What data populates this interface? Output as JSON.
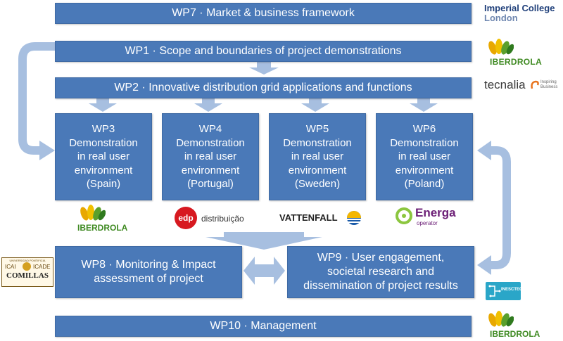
{
  "wp7": "WP7 · Market & business framework",
  "wp1": "WP1 · Scope and boundaries of project demonstrations",
  "wp2": "WP2 · Innovative distribution grid applications and functions",
  "wp3": [
    "WP3",
    "Demonstration",
    "in real user",
    "environment",
    "(Spain)"
  ],
  "wp4": [
    "WP4",
    "Demonstration",
    "in real user",
    "environment",
    "(Portugal)"
  ],
  "wp5": [
    "WP5",
    "Demonstration",
    "in real user",
    "environment",
    "(Sweden)"
  ],
  "wp6": [
    "WP6",
    "Demonstration",
    "in real user",
    "environment",
    "(Poland)"
  ],
  "wp8": [
    "WP8 · Monitoring & Impact",
    "assessment of project"
  ],
  "wp9": [
    "WP9 · User engagement,",
    "societal research and",
    "dissemination of project results"
  ],
  "wp10": "WP10 · Management",
  "logos": {
    "imperial_line1": "Imperial College",
    "imperial_line2": "London",
    "iberdrola": "IBERDROLA",
    "tecnalia": "tecnalia",
    "tecnalia_tag1": "Inspiring",
    "tecnalia_tag2": "Business",
    "edp_mark": "edp",
    "edp_text": "distribuição",
    "vattenfall": "VATTENFALL",
    "energa": "Energa",
    "energa_sub": "operator",
    "comillas": "COMILLAS",
    "comillas_top": "UNIVERSIDAD PONTIFICIA",
    "comillas_mid_left": "ICAI",
    "comillas_mid_right": "ICADE",
    "inesctec": "INESCTEC"
  },
  "colors": {
    "box": "#4a79b8",
    "arrow": "#a7bfe0",
    "iberdrola_green": "#5aa02c",
    "edp_red": "#d71920",
    "energa_purple": "#6d2077",
    "imperial_blue": "#1f3f7a"
  }
}
